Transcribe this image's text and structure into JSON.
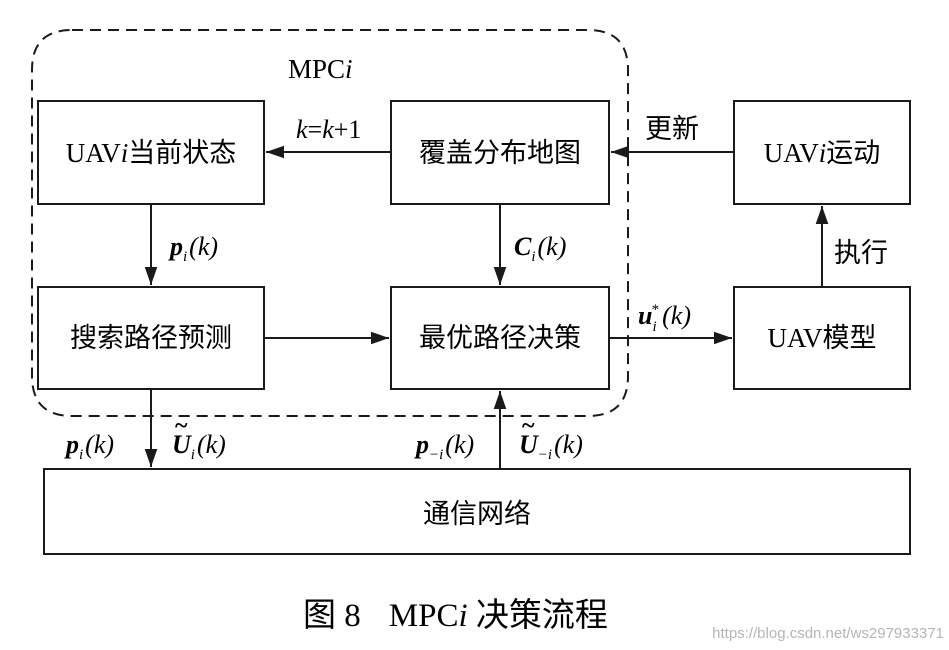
{
  "mpc_label": {
    "prefix": "MPC",
    "index": "i"
  },
  "boxes": {
    "uav_state": {
      "text": "UAV",
      "index": "i",
      "suffix": "当前状态"
    },
    "coverage_map": {
      "text": "覆盖分布地图"
    },
    "uav_motion": {
      "text": "UAV",
      "index": "i",
      "suffix": "运动"
    },
    "search_predict": {
      "text": "搜索路径预测"
    },
    "optimal_decision": {
      "text": "最优路径决策"
    },
    "uav_model": {
      "text": "UAV模型"
    },
    "comm_network": {
      "text": "通信网络"
    }
  },
  "edge_labels": {
    "k_update": {
      "k1": "k",
      "eq": "=",
      "k2": "k",
      "rest": "+1"
    },
    "update": "更新",
    "execute": "执行",
    "p_i_k": {
      "sym": "p",
      "sub": "i",
      "arg": "(k)"
    },
    "c_i_k": {
      "sym": "C",
      "sub": "i",
      "arg": "(k)"
    },
    "u_star": {
      "sym": "u",
      "sub": "i",
      "sup": "*",
      "arg": "(k)"
    },
    "p_i_k_down": {
      "sym": "p",
      "sub": "i",
      "arg": "(k)"
    },
    "U_i_k": {
      "sym": "U",
      "tilde": "~",
      "sub": "i",
      "arg": "(k)"
    },
    "p_minus_i": {
      "sym": "p",
      "sub": "−i",
      "arg": "(k)"
    },
    "U_minus_i": {
      "sym": "U",
      "tilde": "~",
      "sub": "−i",
      "arg": "(k)"
    }
  },
  "caption": {
    "label": "图 8",
    "mpc": "MPC",
    "index": "i",
    "rest": " 决策流程"
  },
  "watermark": "https://blog.csdn.net/ws297933371"
}
